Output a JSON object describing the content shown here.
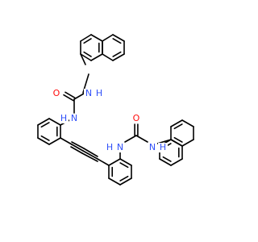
{
  "colors": {
    "bond": "#000000",
    "oxygen": "#ff0d0d",
    "nitrogen": "#3050f8",
    "background": "#ffffff"
  },
  "atom_labels": [
    {
      "id": "o1",
      "text": "O",
      "element": "oxygen"
    },
    {
      "id": "n1",
      "text": "N",
      "element": "nitrogen"
    },
    {
      "id": "h1",
      "text": "H",
      "element": "nitrogen"
    },
    {
      "id": "n2",
      "text": "N",
      "element": "nitrogen"
    },
    {
      "id": "h2",
      "text": "H",
      "element": "nitrogen"
    },
    {
      "id": "o2",
      "text": "O",
      "element": "oxygen"
    },
    {
      "id": "n3",
      "text": "N",
      "element": "nitrogen"
    },
    {
      "id": "h3",
      "text": "H",
      "element": "nitrogen"
    },
    {
      "id": "n4",
      "text": "N",
      "element": "nitrogen"
    },
    {
      "id": "h4",
      "text": "H",
      "element": "nitrogen"
    }
  ]
}
